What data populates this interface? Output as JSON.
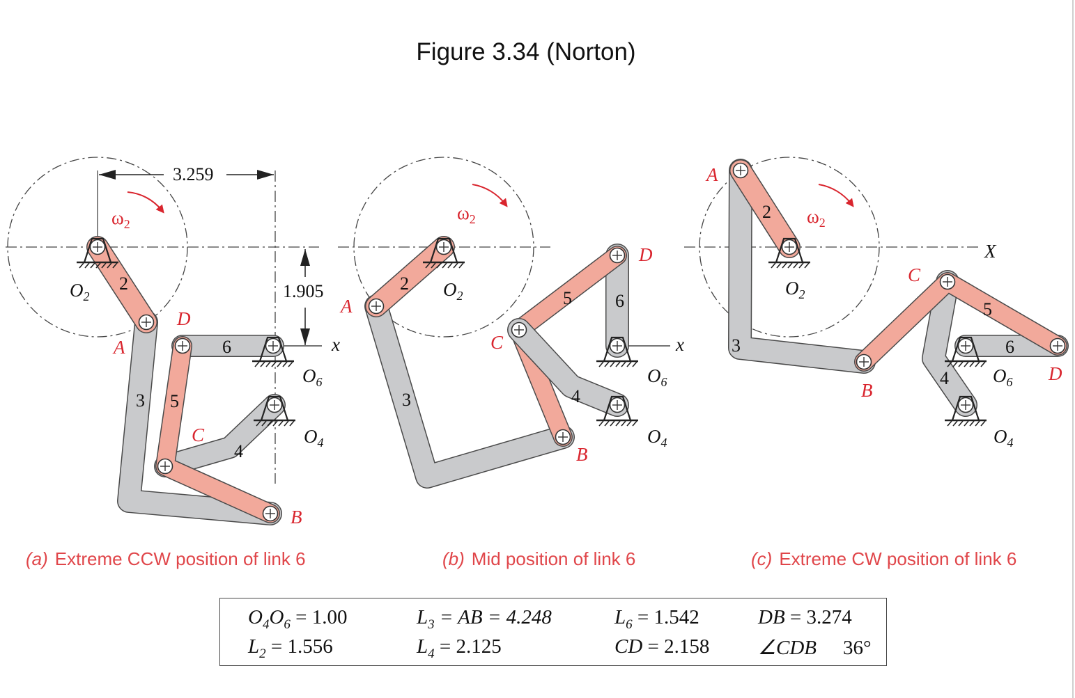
{
  "title": "Figure 3.34 (Norton)",
  "colors": {
    "ternary_link": "#c9cacc",
    "binary_link": "#f2a99b",
    "accent": "#d9252e",
    "caption": "#e0464a"
  },
  "panels": [
    {
      "caption_letter": "(a)",
      "caption_text": "Extreme CCW position of link 6",
      "labels": {
        "O2": "O",
        "O2_sub": "2",
        "A": "A",
        "B": "B",
        "C": "C",
        "D": "D",
        "O4": "O",
        "O4_sub": "4",
        "O6": "O",
        "O6_sub": "6",
        "x": "x",
        "omega": "ω",
        "omega_sub": "2"
      },
      "link_numbers": [
        "2",
        "3",
        "4",
        "5",
        "6"
      ],
      "dimensions": {
        "horizontal": "3.259",
        "vertical": "1.905"
      }
    },
    {
      "caption_letter": "(b)",
      "caption_text": "Mid position of link 6",
      "labels": {
        "O2": "O",
        "O2_sub": "2",
        "A": "A",
        "B": "B",
        "C": "C",
        "D": "D",
        "O4": "O",
        "O4_sub": "4",
        "O6": "O",
        "O6_sub": "6",
        "x": "x",
        "omega": "ω",
        "omega_sub": "2"
      },
      "link_numbers": [
        "2",
        "3",
        "4",
        "5",
        "6"
      ]
    },
    {
      "caption_letter": "(c)",
      "caption_text": "Extreme CW position of link 6",
      "labels": {
        "O2": "O",
        "O2_sub": "2",
        "A": "A",
        "B": "B",
        "C": "C",
        "D": "D",
        "O4": "O",
        "O4_sub": "4",
        "O6": "O",
        "O6_sub": "6",
        "x": "X",
        "omega": "ω",
        "omega_sub": "2"
      },
      "link_numbers": [
        "2",
        "3",
        "4",
        "5",
        "6"
      ]
    }
  ],
  "parameters": [
    {
      "lhs": "O",
      "lhs_sub1": "4",
      "lhs_mid": "O",
      "lhs_sub2": "6",
      "rest": " = 1.00"
    },
    {
      "lhs": "L",
      "lhs_sub1": "3",
      "rest": " = AB = 4.248"
    },
    {
      "lhs": "L",
      "lhs_sub1": "6",
      "rest": " = 1.542"
    },
    {
      "lhs": "DB",
      "rest": " = 3.274"
    },
    {
      "lhs": "L",
      "lhs_sub1": "2",
      "rest": " = 1.556"
    },
    {
      "lhs": "L",
      "lhs_sub1": "4",
      "rest": " = 2.125"
    },
    {
      "lhs": "CD",
      "rest": " = 2.158"
    },
    {
      "lhs": "∠CDB",
      "rest": "36°"
    }
  ]
}
